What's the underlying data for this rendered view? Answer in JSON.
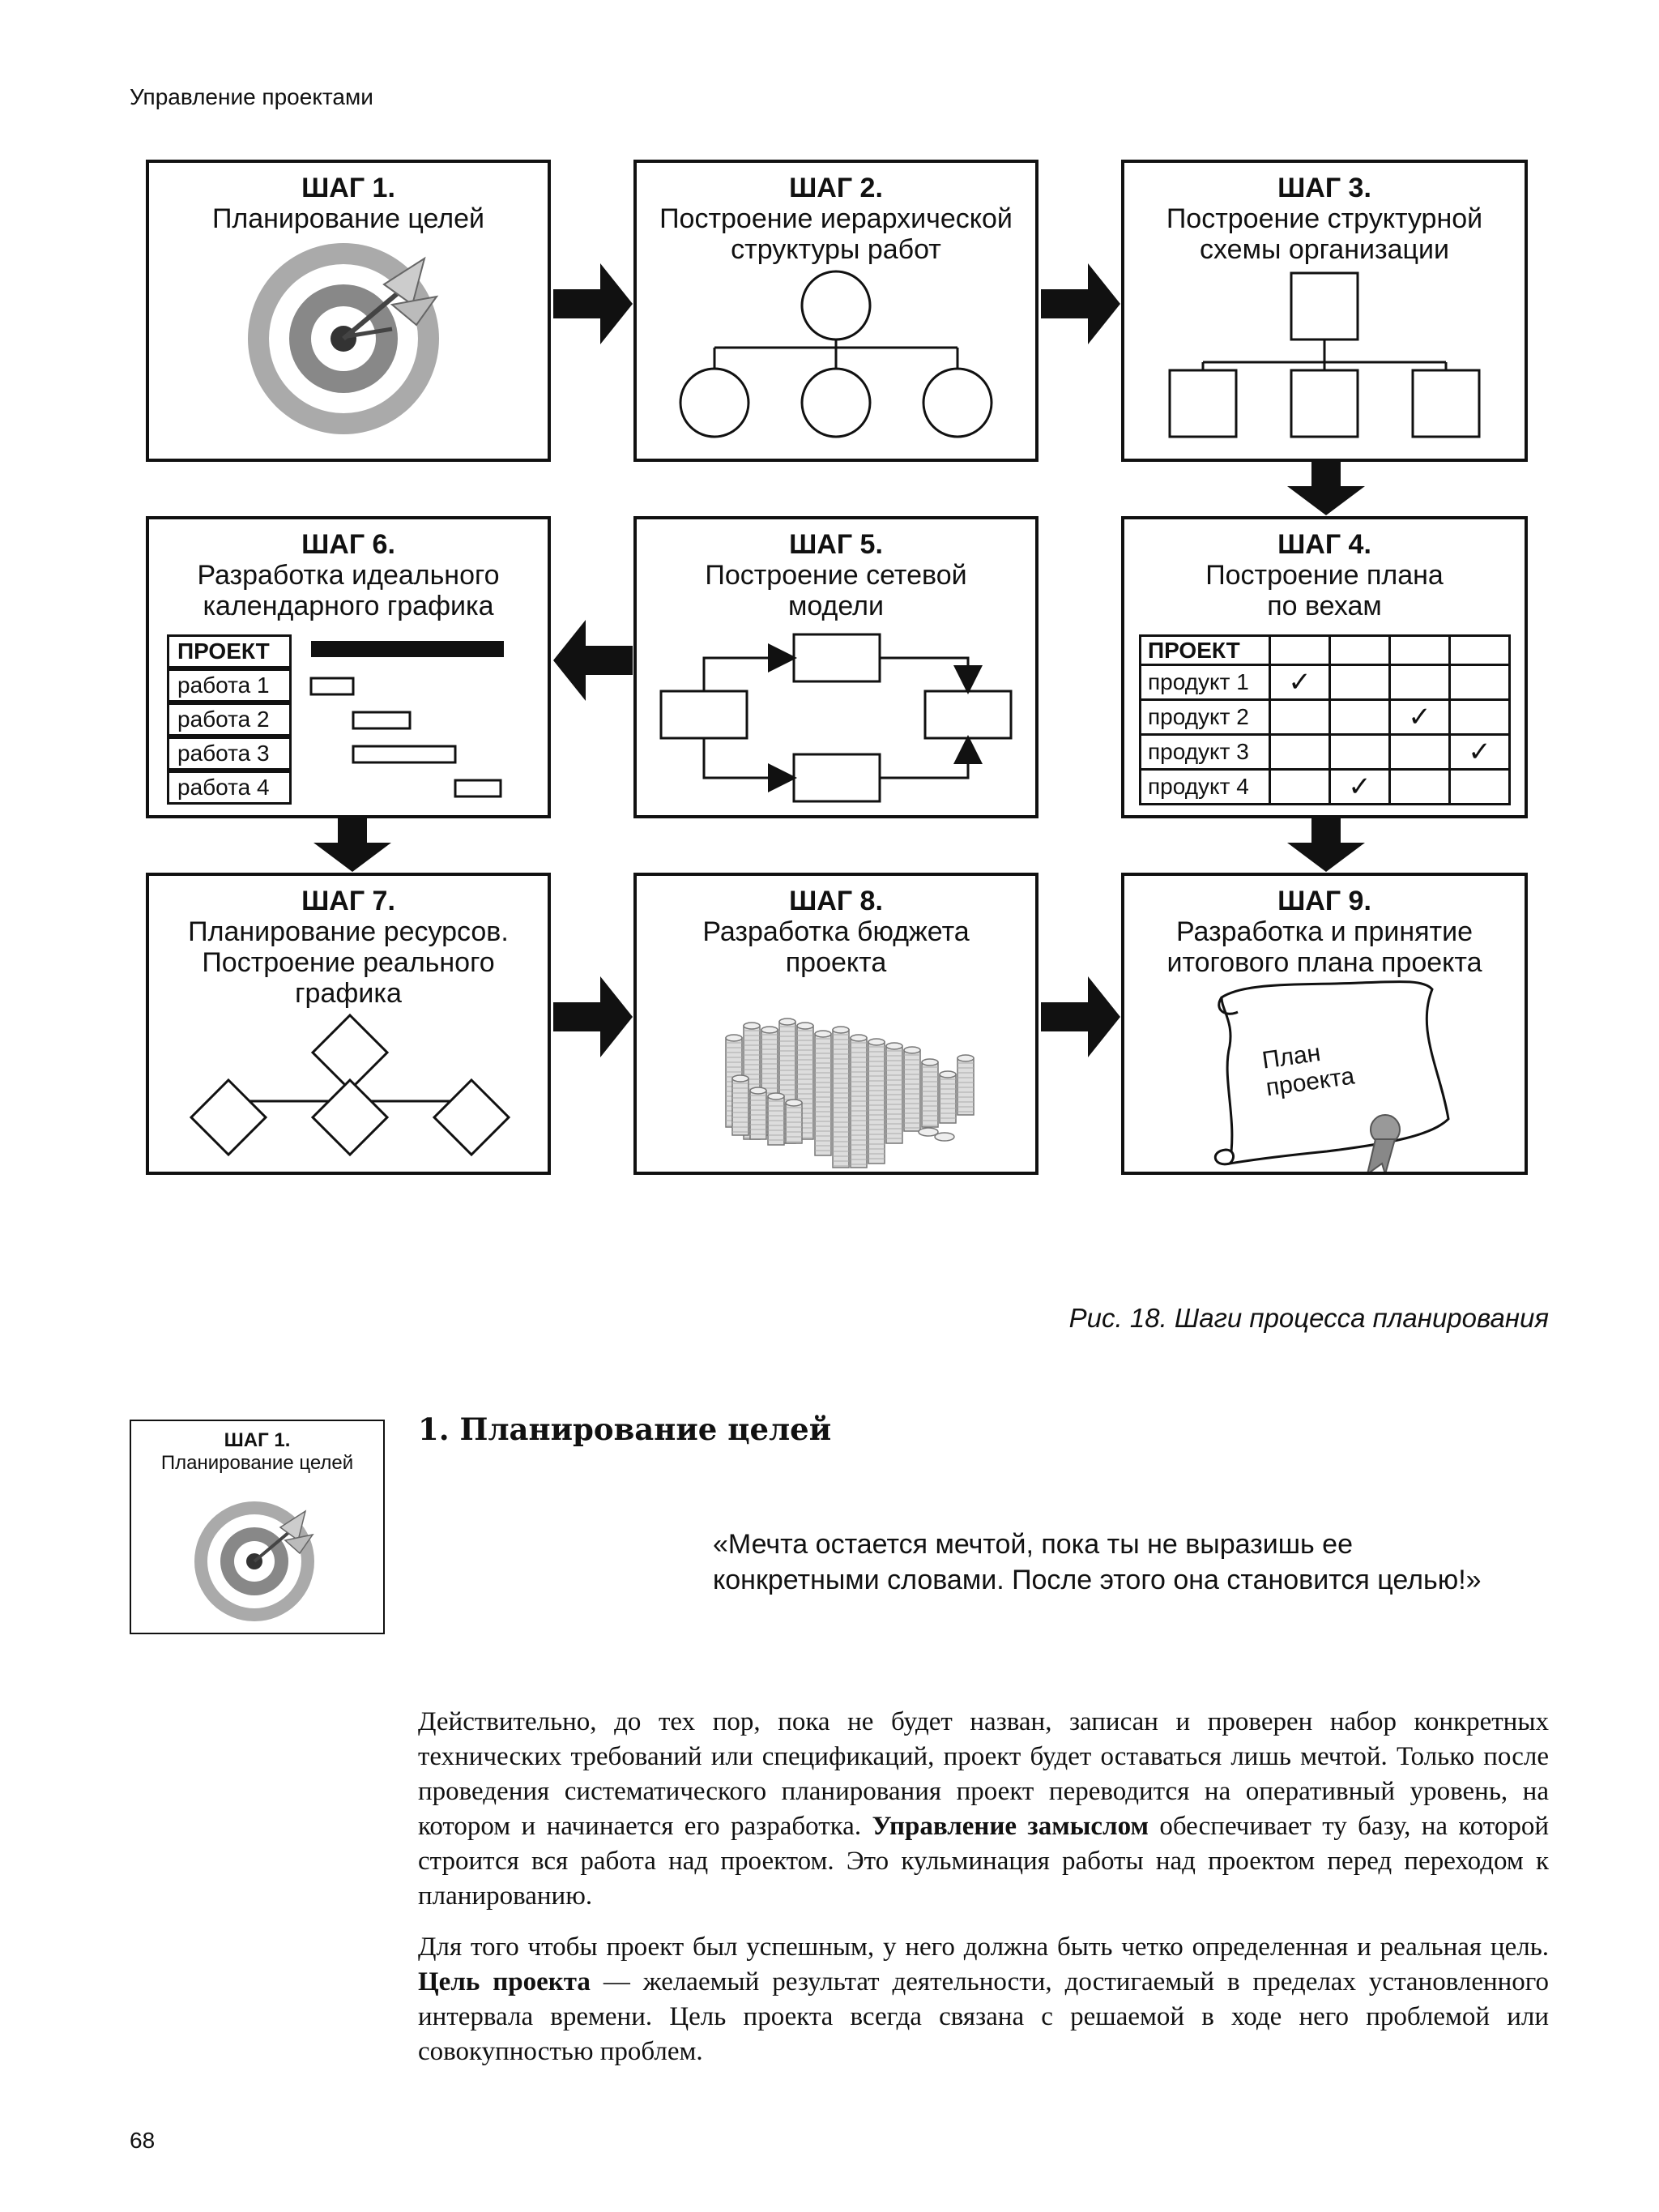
{
  "running_head": "Управление проектами",
  "steps": [
    {
      "step": "ШАГ 1.",
      "lines": [
        "Планирование целей"
      ]
    },
    {
      "step": "ШАГ 2.",
      "lines": [
        "Построение иерархической",
        "структуры работ"
      ]
    },
    {
      "step": "ШАГ 3.",
      "lines": [
        "Построение структурной",
        "схемы организации"
      ]
    },
    {
      "step": "ШАГ 4.",
      "lines": [
        "Построение плана",
        "по вехам"
      ]
    },
    {
      "step": "ШАГ 5.",
      "lines": [
        "Построение сетевой",
        "модели"
      ]
    },
    {
      "step": "ШАГ 6.",
      "lines": [
        "Разработка идеального",
        "календарного графика"
      ]
    },
    {
      "step": "ШАГ 7.",
      "lines": [
        "Планирование ресурсов.",
        "Построение реального",
        "графика"
      ]
    },
    {
      "step": "ШАГ 8.",
      "lines": [
        "Разработка бюджета",
        "проекта"
      ]
    },
    {
      "step": "ШАГ 9.",
      "lines": [
        "Разработка и принятие",
        "итогового плана проекта"
      ]
    }
  ],
  "schedule": {
    "header": "ПРОЕКТ",
    "rows": [
      "работа 1",
      "работа 2",
      "работа 3",
      "работа 4"
    ]
  },
  "milestones": {
    "header": "ПРОЕКТ",
    "rows": [
      "продукт 1",
      "продукт 2",
      "продукт 3",
      "продукт 4"
    ],
    "checks": [
      1,
      3,
      4,
      2
    ]
  },
  "scroll_text": [
    "План",
    "проекта"
  ],
  "caption": "Рис. 18.  Шаги процесса планирования",
  "thumb": {
    "step": "ШАГ 1.",
    "line": "Планирование целей"
  },
  "section_title": "1. Планирование целей",
  "quote": "«Мечта остается мечтой, пока ты не выразишь ее конкретными словами. После этого она становится целью!»",
  "paragraphs": [
    {
      "parts": [
        {
          "text": "Действительно, до тех пор, пока не будет назван, записан и проверен набор конкретных технических требований или спецификаций, проект будет оставаться лишь мечтой. Только после проведения систематического планирования проект переводится на оперативный уровень, на котором и начинается его разработка. ",
          "bold": false
        },
        {
          "text": "Управление замыслом",
          "bold": true
        },
        {
          "text": " обеспечивает ту базу, на которой строится вся работа над проектом. Это кульминация работы над проектом перед переходом к планированию.",
          "bold": false
        }
      ]
    },
    {
      "parts": [
        {
          "text": "Для того чтобы проект был успешным, у него должна быть четко определенная и реальная цель. ",
          "bold": false
        },
        {
          "text": "Цель проекта",
          "bold": true
        },
        {
          "text": " — желаемый результат деятельности, достигаемый в пределах установленного интервала времени. Цель проекта всегда связана с решаемой в ходе него проблемой или совокупностью проблем.",
          "bold": false
        }
      ]
    }
  ],
  "page_number": "68"
}
